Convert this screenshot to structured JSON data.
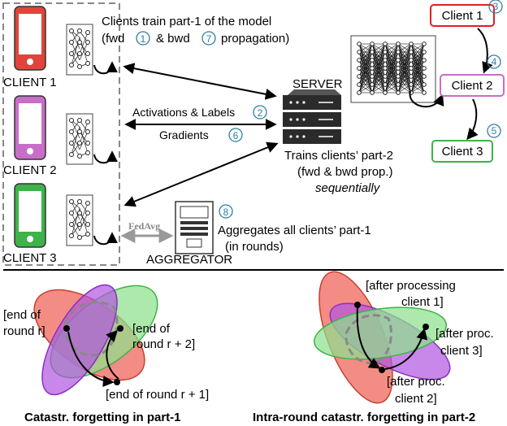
{
  "clients": [
    {
      "label": "CLIENT 1",
      "color": "#e0443a"
    },
    {
      "label": "CLIENT 2",
      "color": "#c86ec8"
    },
    {
      "label": "CLIENT 3",
      "color": "#3db34a"
    }
  ],
  "top_caption": {
    "line1": "Clients train part-1 of the model",
    "line2_pre": "(fwd",
    "line2_mid": "& bwd",
    "line2_post": "propagation)"
  },
  "steps": {
    "s1": "1",
    "s2": "2",
    "s3": "3",
    "s4": "4",
    "s5": "5",
    "s6": "6",
    "s7": "7",
    "s8": "8"
  },
  "arrows": {
    "activations": "Activations & Labels",
    "gradients": "Gradients",
    "fedavg": "FedAvg"
  },
  "server": {
    "label": "SERVER",
    "line1": "Trains clients’ part-2",
    "line2": "(fwd & bwd prop.)",
    "line3": "sequentially"
  },
  "aggregator": {
    "label": "AGGREGATOR",
    "line1": "Aggregates all clients’ part-1",
    "line2": "(in rounds)"
  },
  "order_chain": {
    "items": [
      "Client 1",
      "Client 2",
      "Client 3"
    ],
    "colors": [
      "#e02020",
      "#c86ec8",
      "#3db34a"
    ]
  },
  "left_panel": {
    "label_a1": "[end of",
    "label_a2": "round r]",
    "label_b1": "[end of",
    "label_b2": "round r + 2]",
    "label_c": "[end of round r + 1]",
    "caption": "Catastr. forgetting in part-1"
  },
  "right_panel": {
    "label_a1": "[after processing",
    "label_a2": "client 1]",
    "label_b1": "[after proc.",
    "label_b2": "client 3]",
    "label_c1": "[after proc.",
    "label_c2": "client 2]",
    "caption": "Intra-round catastr. forgetting in part-2"
  },
  "ellipse_colors": {
    "red": "#ef6b63",
    "green": "#8ee08c",
    "purple": "#b056e0"
  }
}
